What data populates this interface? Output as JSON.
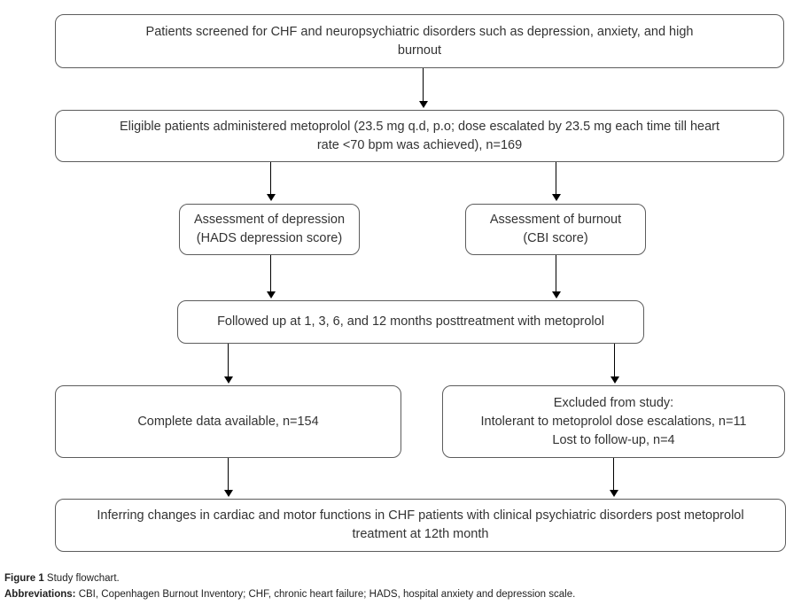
{
  "figure": {
    "nodes": {
      "screened": "Patients screened for CHF and neuropsychiatric disorders such as depression, anxiety, and high\nburnout",
      "eligible": "Eligible patients administered metoprolol (23.5 mg q.d, p.o; dose escalated by 23.5 mg each time till heart\nrate <70 bpm was achieved), n=169",
      "assessment_depression": "Assessment of depression\n(HADS depression score)",
      "assessment_burnout": "Assessment of burnout\n(CBI score)",
      "followup": "Followed up at 1, 3, 6, and 12 months posttreatment with metoprolol",
      "complete_data": "Complete data available, n=154",
      "excluded": "Excluded from study:\nIntolerant to metoprolol dose escalations, n=11\nLost to follow-up, n=4",
      "inference": "Inferring changes in cardiac and motor functions in CHF patients with clinical psychiatric disorders post metoprolol\ntreatment at 12th month"
    },
    "edges": [
      {
        "from": "screened",
        "to": "eligible"
      },
      {
        "from": "eligible",
        "to": "assessment_depression"
      },
      {
        "from": "eligible",
        "to": "assessment_burnout"
      },
      {
        "from": "assessment_depression",
        "to": "followup"
      },
      {
        "from": "assessment_burnout",
        "to": "followup"
      },
      {
        "from": "followup",
        "to": "complete_data"
      },
      {
        "from": "followup",
        "to": "excluded"
      },
      {
        "from": "complete_data",
        "to": "inference"
      },
      {
        "from": "excluded",
        "to": "inference"
      }
    ],
    "caption": {
      "label": "Figure 1",
      "text": " Study flowchart."
    },
    "abbreviations": {
      "label": "Abbreviations:",
      "text": " CBI, Copenhagen Burnout Inventory; CHF, chronic heart failure; HADS, hospital anxiety and depression scale."
    },
    "colors": {
      "background": "#ffffff",
      "box_border": "#5c5c5c",
      "text": "#333333",
      "arrow": "#000000"
    }
  }
}
